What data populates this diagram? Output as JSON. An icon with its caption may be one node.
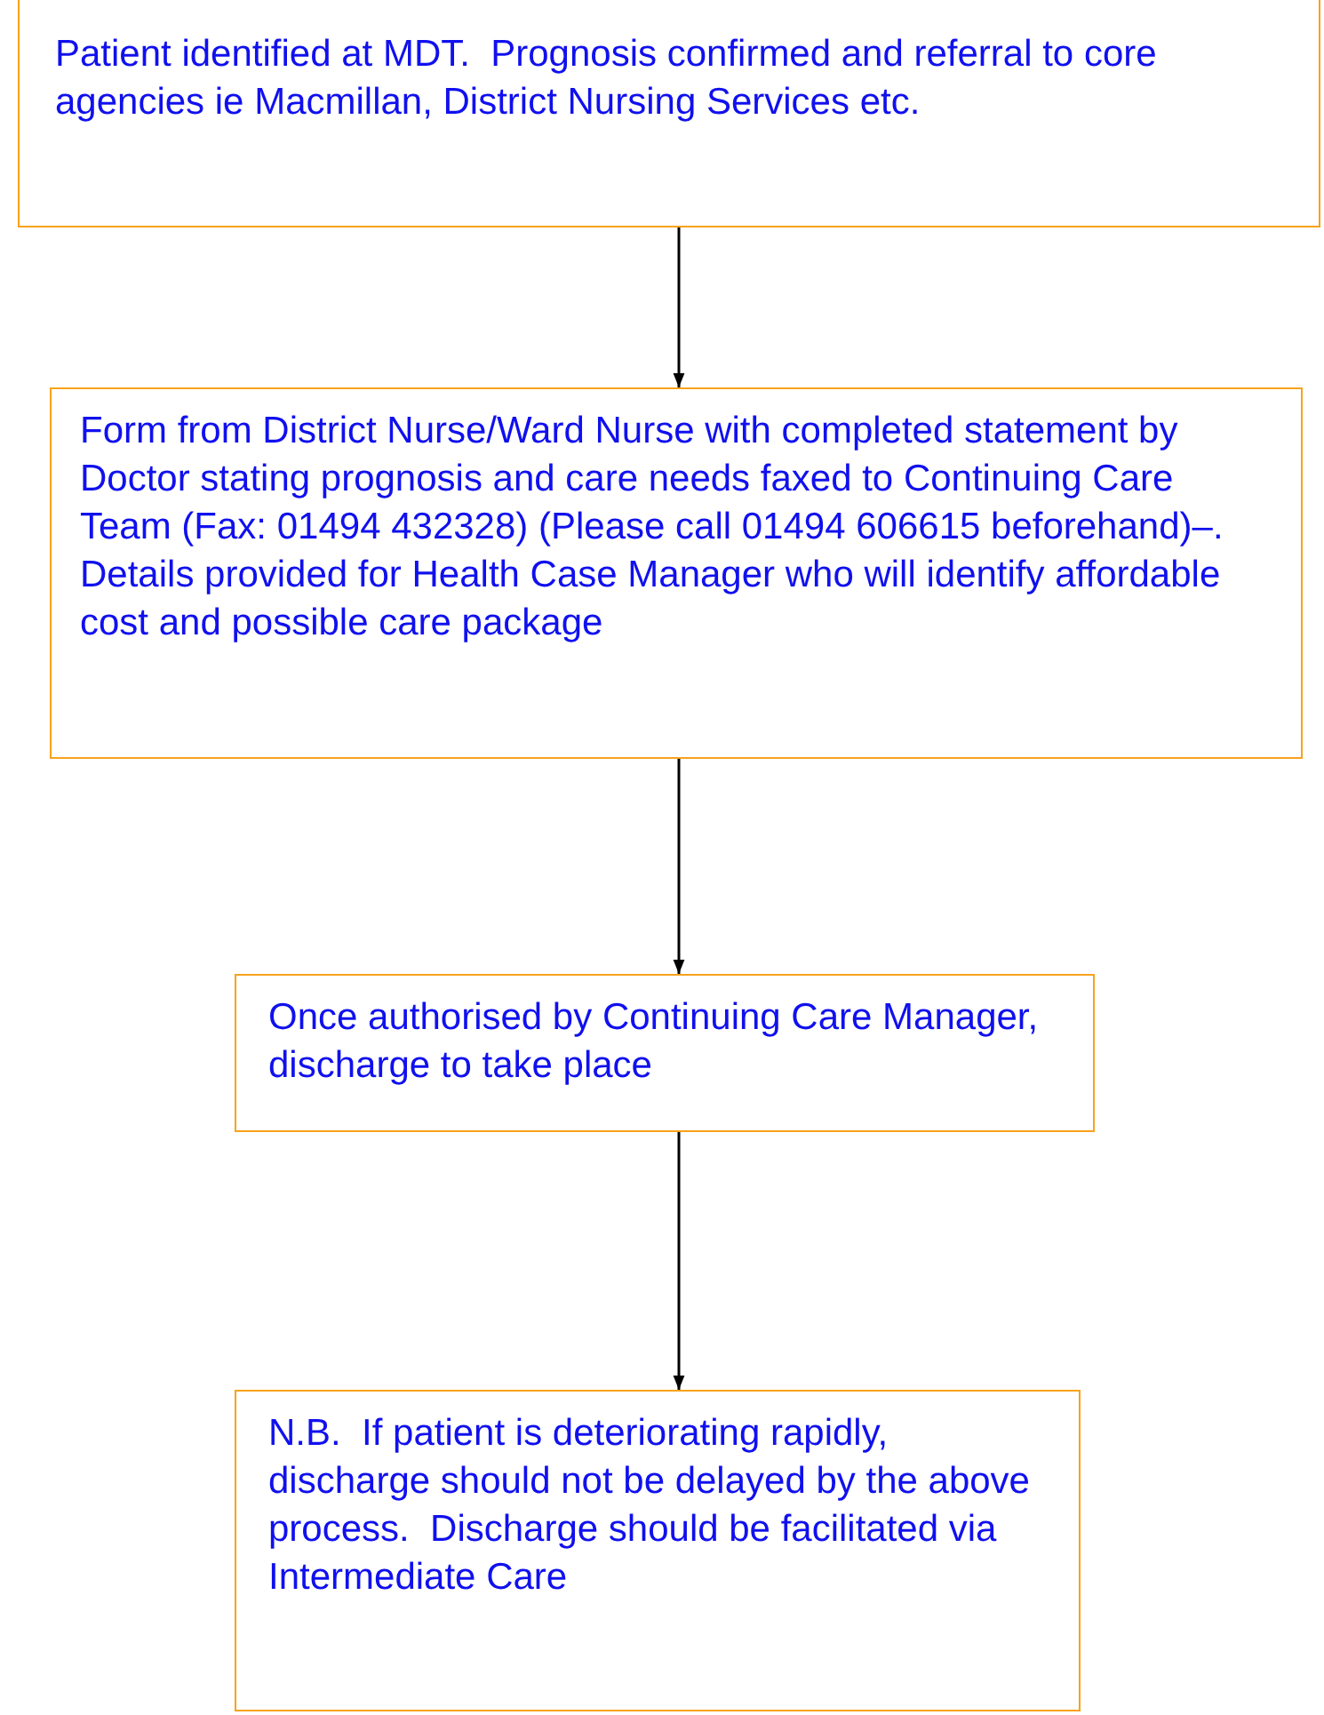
{
  "diagram": {
    "nodes": [
      {
        "text": [
          "Patient identified at MDT.  Prognosis confirmed and referral to core agencies ie Macmillan, District Nursing Services etc."
        ]
      },
      {
        "text": [
          "Form from District Nurse/Ward Nurse with completed statement by Doctor stating prognosis and care needs faxed to Continuing Care Team (Fax: 01494 432328) (Please call 01494 606615 beforehand)–.  Details provided for Health Case Manager who will identify affordable cost and possible care package"
        ]
      },
      {
        "text": [
          "Once authorised by Continuing Care Manager, discharge to take place"
        ]
      },
      {
        "text": [
          "N.B.  If patient is deteriorating rapidly, discharge should not be delayed by the above process.  Discharge should be facilitated via Intermediate Care"
        ]
      }
    ],
    "edges": [
      {
        "from": 0,
        "to": 1,
        "arrow": "to"
      },
      {
        "from": 1,
        "to": 2,
        "arrow": "to"
      },
      {
        "from": 2,
        "to": 3,
        "arrow": "to"
      }
    ]
  }
}
